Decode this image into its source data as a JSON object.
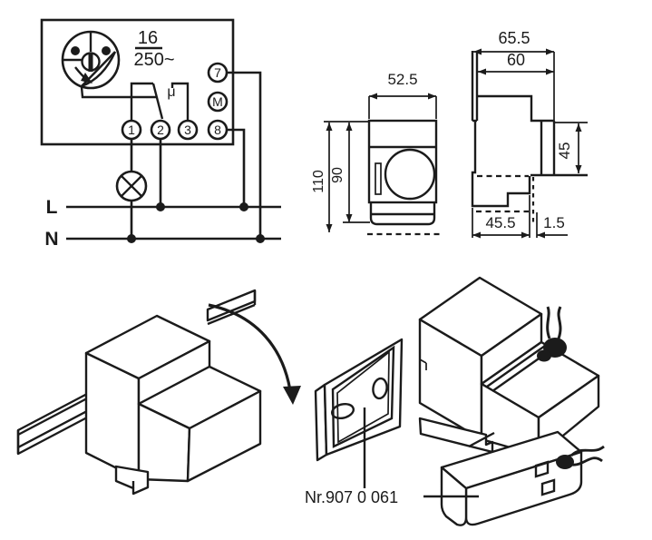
{
  "colors": {
    "background": "#ffffff",
    "line": "#1b1b1b"
  },
  "wiring": {
    "rating": {
      "numerator": "16",
      "denominator": "250~"
    },
    "switch_contact_symbol": "μ",
    "terminal_column": [
      "7",
      "M",
      "8"
    ],
    "terminal_row": [
      "1",
      "2",
      "3"
    ],
    "live_label": "L",
    "neutral_label": "N"
  },
  "front_view": {
    "width": "52.5",
    "height_total": "110",
    "height_body": "90"
  },
  "side_view": {
    "depth_total": "65.5",
    "depth_body": "60",
    "rear_height": "45",
    "base_depth": "45.5",
    "rail_offset": "1.5"
  },
  "mounting": {
    "part_number": "Nr.907 0 061"
  }
}
